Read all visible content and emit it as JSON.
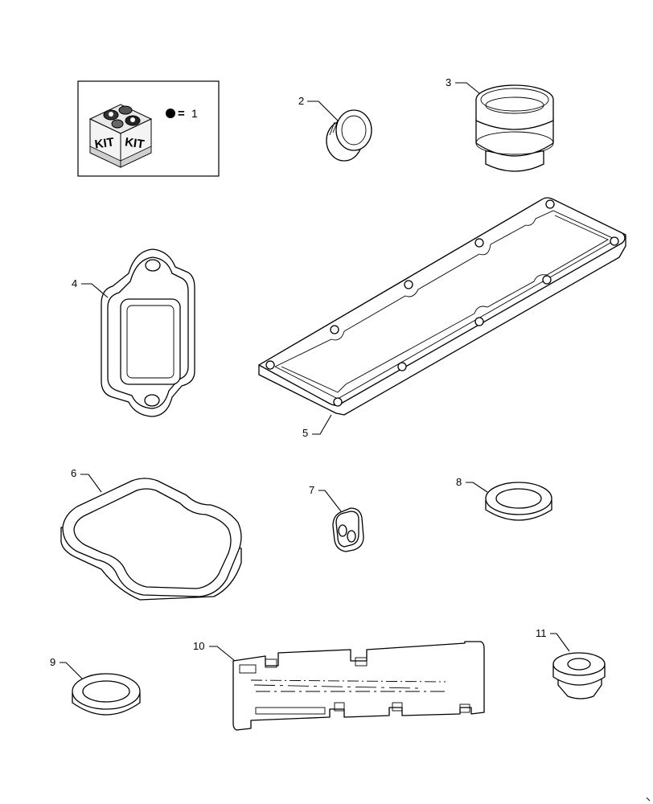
{
  "kit_legend": {
    "box_labels": [
      "KIT",
      "KIT"
    ],
    "equals": "=",
    "quantity": "1"
  },
  "callouts": [
    "2",
    "3",
    "4",
    "5",
    "6",
    "7",
    "8",
    "9",
    "10",
    "11"
  ]
}
